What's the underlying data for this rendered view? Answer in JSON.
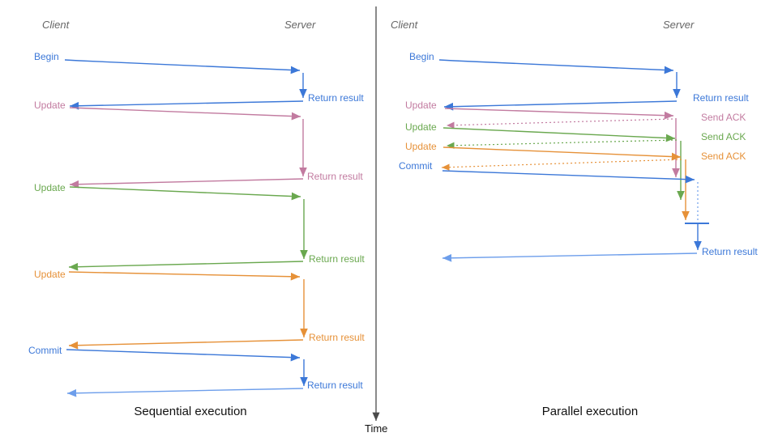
{
  "palette": {
    "blue": "#3c78d8",
    "light_blue": "#6d9eeb",
    "pink": "#c27ba0",
    "green": "#6aa84f",
    "orange": "#e69138",
    "header_gray": "#666666",
    "axis_gray": "#4a4a4a",
    "title_color": "#111111",
    "background": "#ffffff"
  },
  "time_axis": {
    "label": "Time"
  },
  "left_panel": {
    "title": "Sequential execution",
    "client_header": "Client",
    "server_header": "Server",
    "messages": [
      {
        "request": "Begin",
        "response": "Return result"
      },
      {
        "request": "Update",
        "response": "Return result"
      },
      {
        "request": "Update",
        "response": "Return result"
      },
      {
        "request": "Update",
        "response": "Return result"
      },
      {
        "request": "Commit",
        "response": "Return result"
      }
    ]
  },
  "right_panel": {
    "title": "Parallel execution",
    "client_header": "Client",
    "server_header": "Server",
    "messages": [
      {
        "request": "Begin",
        "response": "Return result"
      },
      {
        "request": "Update",
        "response": "Send ACK"
      },
      {
        "request": "Update",
        "response": "Send ACK"
      },
      {
        "request": "Update",
        "response": "Send ACK"
      },
      {
        "request": "Commit",
        "response": "Return result"
      }
    ]
  }
}
